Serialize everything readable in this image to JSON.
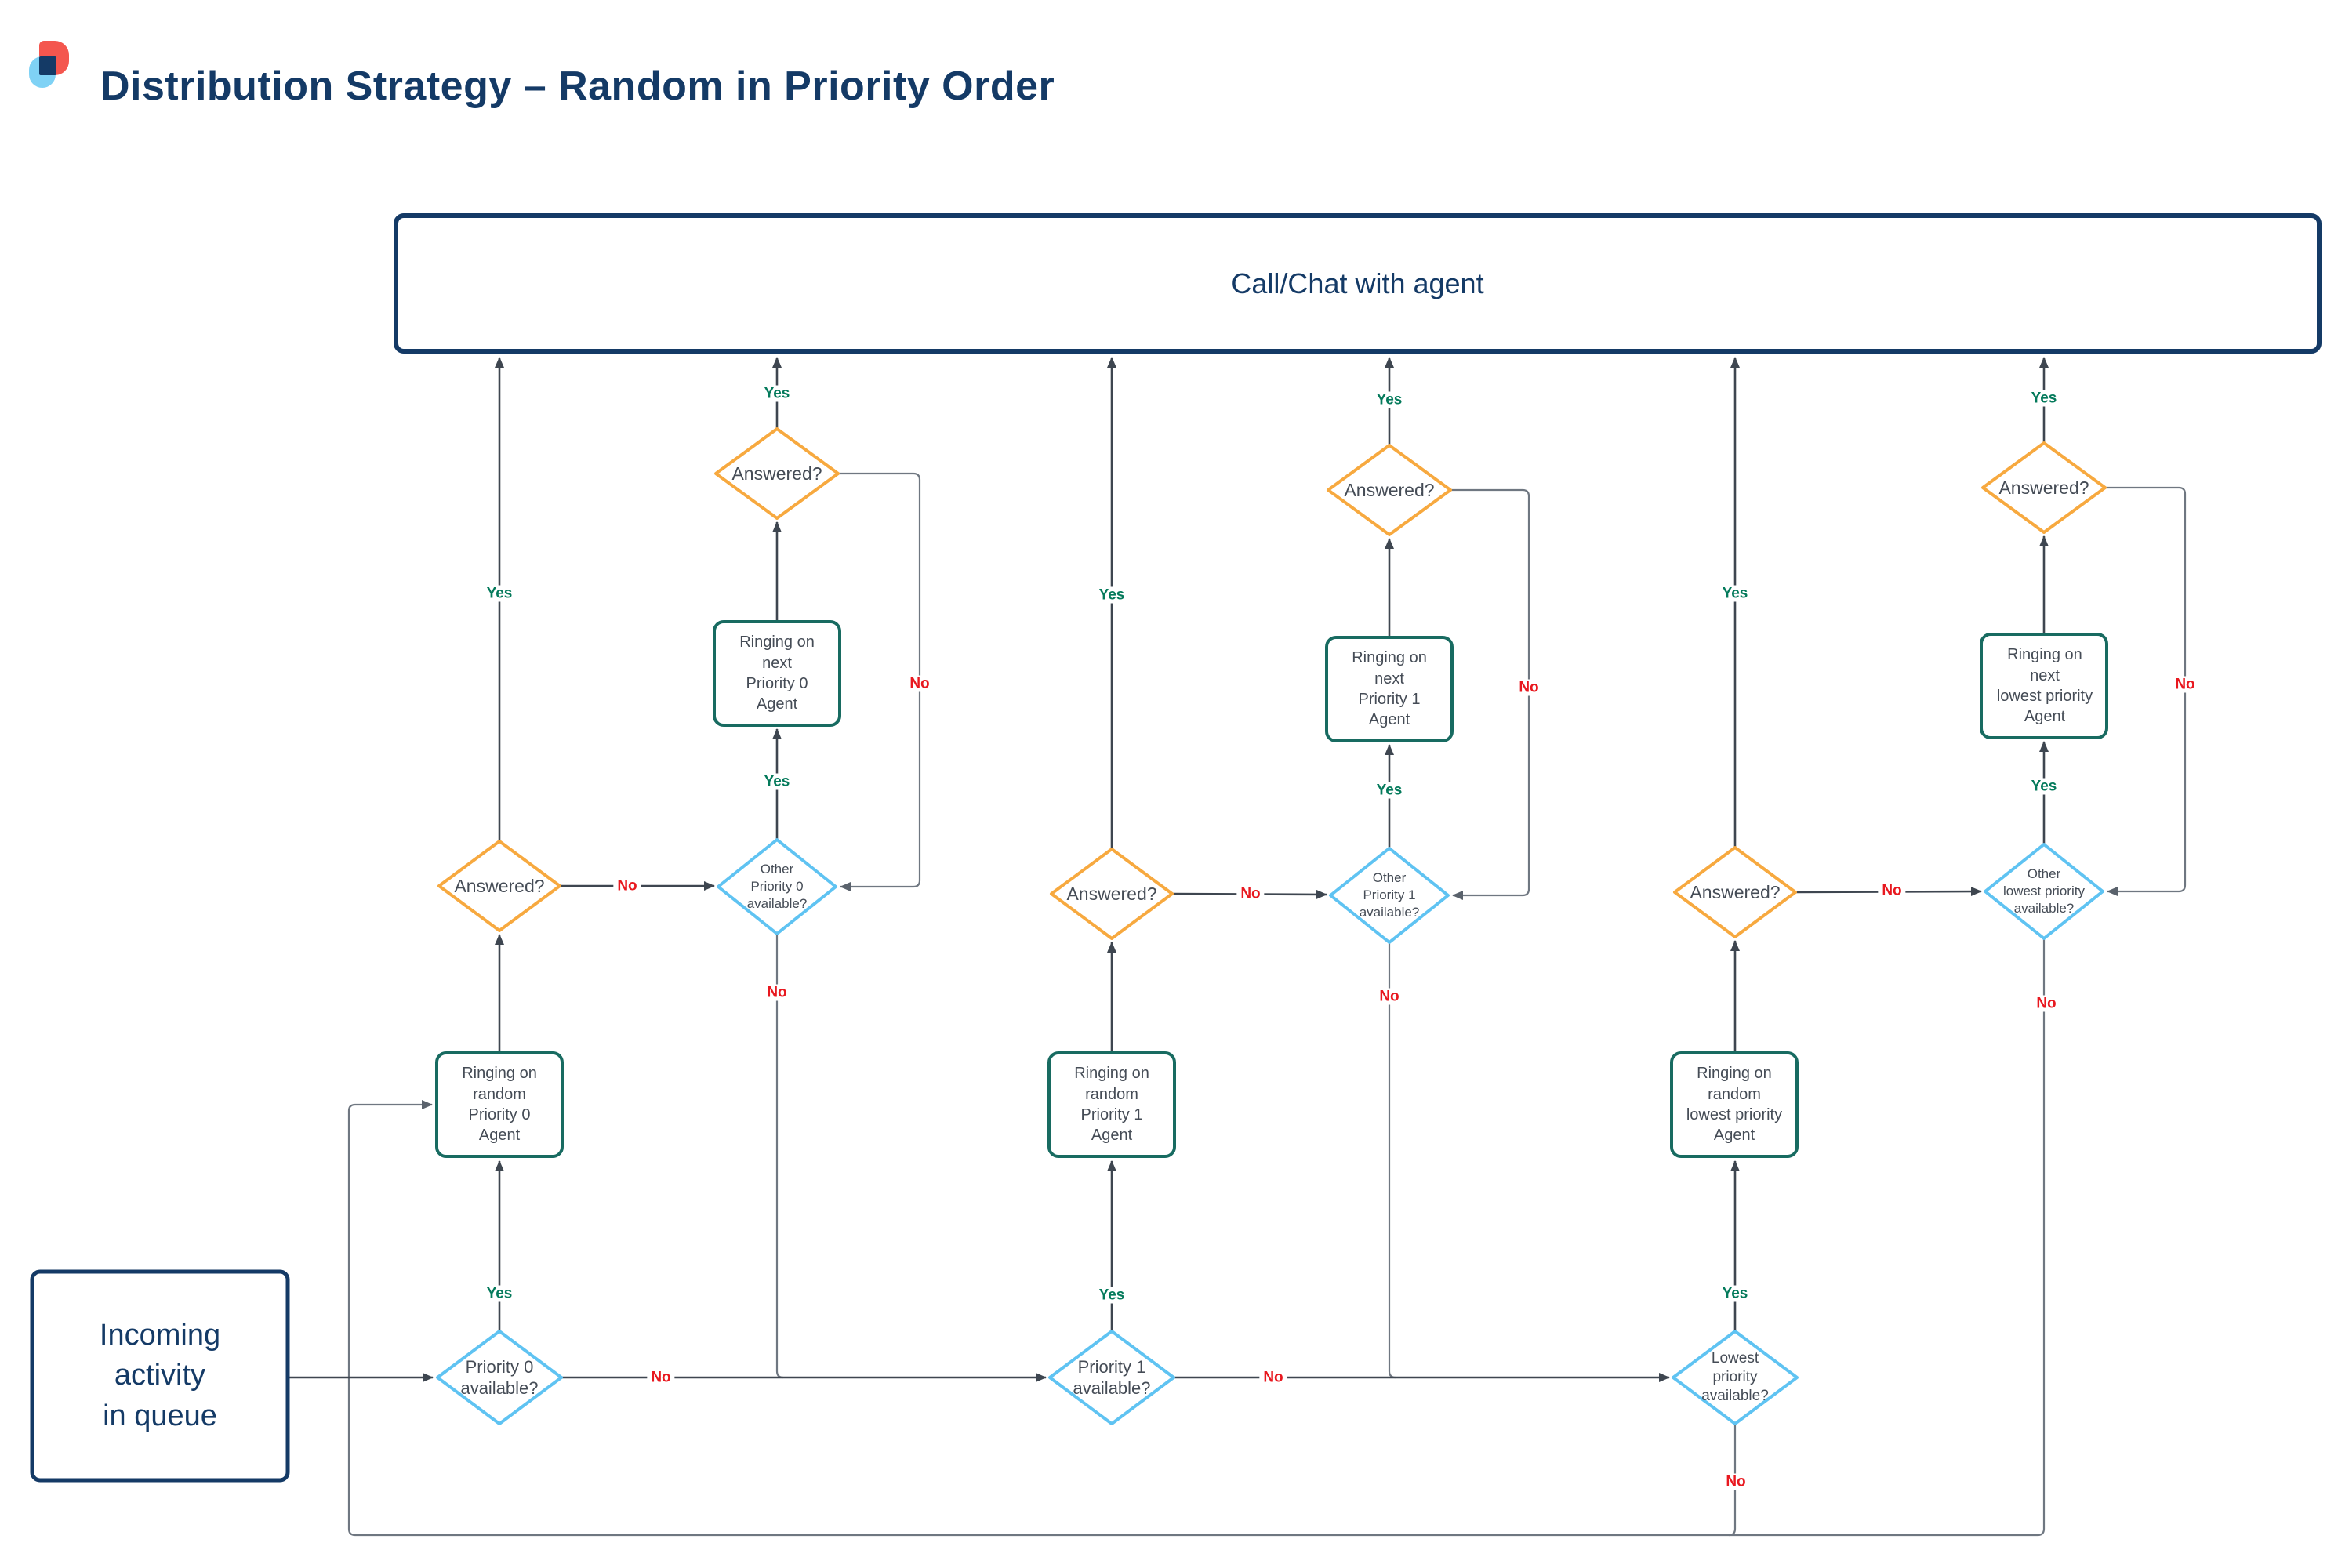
{
  "title": "Distribution Strategy – Random in Priority Order",
  "labels": {
    "yes": "Yes",
    "no": "No"
  },
  "colors": {
    "navy": "#143a66",
    "diamond_blue": "#5fc3f2",
    "diamond_orange": "#f7a93f",
    "process_teal": "#186b61",
    "yes_green": "#047a5b",
    "no_red": "#e8181f",
    "edge_dark": "#3e4650",
    "edge_light": "#6f7781",
    "logo_red": "#f4564e",
    "logo_light_blue": "#7fd2f5"
  },
  "nodes": {
    "call_chat": {
      "label": "Call/Chat with agent"
    },
    "incoming": {
      "label": "Incoming\nactivity\nin queue"
    },
    "priority0": {
      "label": "Priority 0\navailable?"
    },
    "ringing_random_p0": {
      "label": "Ringing on\nrandom\nPriority 0\nAgent"
    },
    "answered_random_p0": {
      "label": "Answered?"
    },
    "other_p0": {
      "label": "Other\nPriority 0\navailable?"
    },
    "ringing_next_p0": {
      "label": "Ringing on\nnext\nPriority 0\nAgent"
    },
    "answered_next_p0": {
      "label": "Answered?"
    },
    "priority1": {
      "label": "Priority 1\navailable?"
    },
    "ringing_random_p1": {
      "label": "Ringing on\nrandom\nPriority 1\nAgent"
    },
    "answered_random_p1": {
      "label": "Answered?"
    },
    "other_p1": {
      "label": "Other\nPriority 1\navailable?"
    },
    "ringing_next_p1": {
      "label": "Ringing on\nnext\nPriority 1\nAgent"
    },
    "answered_next_p1": {
      "label": "Answered?"
    },
    "lowest": {
      "label": "Lowest\npriority\navailable?"
    },
    "ringing_random_lowest": {
      "label": "Ringing on\nrandom\nlowest priority\nAgent"
    },
    "answered_random_lowest": {
      "label": "Answered?"
    },
    "other_lowest": {
      "label": "Other\nlowest priority\navailable?"
    },
    "ringing_next_lowest": {
      "label": "Ringing on\nnext\nlowest priority\nAgent"
    },
    "answered_next_lowest": {
      "label": "Answered?"
    }
  }
}
